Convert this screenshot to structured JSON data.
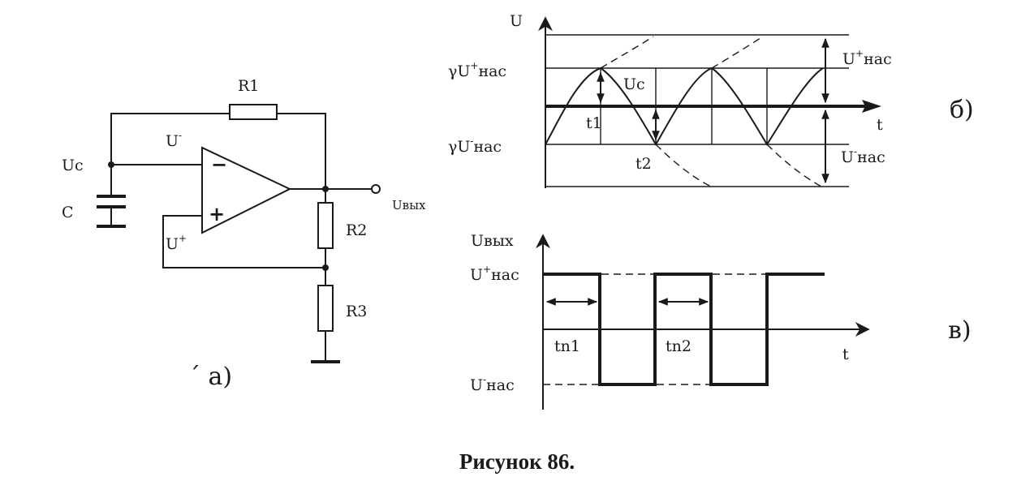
{
  "circuit": {
    "r1": "R1",
    "r2": "R2",
    "r3": "R3",
    "capacitor": "C",
    "cap_voltage": "Uc",
    "inverting_input": "U",
    "inverting_sup": "-",
    "noninverting_input": "U",
    "noninverting_sup": "+",
    "minus_sign": "−",
    "plus_sign": "+",
    "output": "Uвых",
    "panel": "´ а)"
  },
  "graph_b": {
    "axis_y": "U",
    "axis_x": "t",
    "top_left": {
      "prefix": "γU",
      "sup": "+",
      "suffix": "нас"
    },
    "bottom_left": {
      "prefix": "γU",
      "sup": "-",
      "suffix": "нас"
    },
    "right_top": {
      "prefix": "U",
      "sup": "+",
      "suffix": "нас"
    },
    "right_bottom": {
      "prefix": "U",
      "sup": "-",
      "suffix": "нас"
    },
    "curve_label": "Uc",
    "t1": "t1",
    "t2": "t2",
    "panel": "б)"
  },
  "graph_c": {
    "axis_y": "Uвых",
    "axis_x": "t",
    "top_left": {
      "prefix": "U",
      "sup": "+",
      "suffix": "нас"
    },
    "bottom_left": {
      "prefix": "U",
      "sup": "-",
      "suffix": "нас"
    },
    "tn1": "tn1",
    "tn2": "tn2",
    "panel": "в)"
  },
  "caption": "Рисунок 86."
}
